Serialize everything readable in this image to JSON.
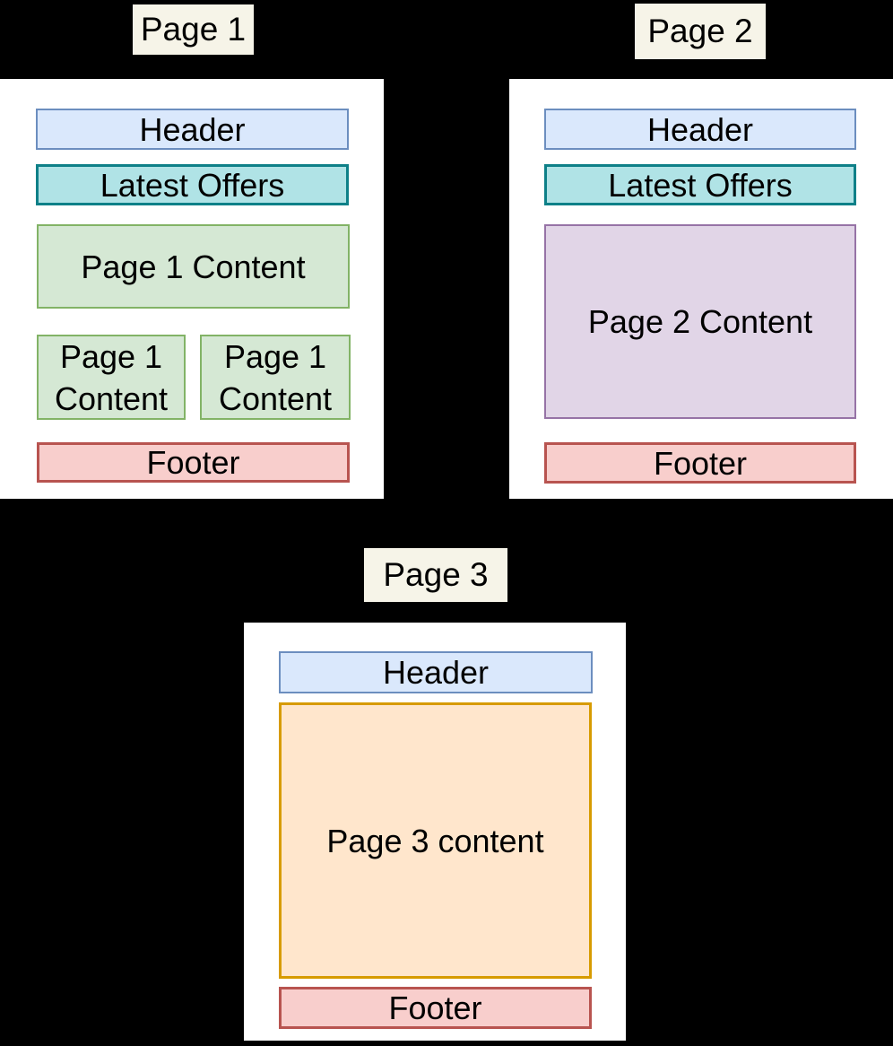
{
  "diagram": {
    "description": "Wireframe layout diagram of three website pages on black background",
    "page1": {
      "title": "Page 1",
      "header": "Header",
      "latest_offers": "Latest Offers",
      "content_main": "Page 1 Content",
      "content_left": "Page 1 Content",
      "content_right": "Page 1 Content",
      "footer": "Footer"
    },
    "page2": {
      "title": "Page 2",
      "header": "Header",
      "latest_offers": "Latest Offers",
      "content_main": "Page 2 Content",
      "footer": "Footer"
    },
    "page3": {
      "title": "Page 3",
      "header": "Header",
      "content_main": "Page 3 content",
      "footer": "Footer"
    },
    "colors": {
      "background": "#000000",
      "page_card": "#ffffff",
      "title_chip_fill": "#f6f4e8",
      "header_fill": "#dae8fc",
      "header_stroke": "#6c8ebf",
      "latest_offers_fill": "#b0e3e6",
      "latest_offers_stroke": "#0e8088",
      "page1_content_fill": "#d5e8d4",
      "page1_content_stroke": "#82b366",
      "page2_content_fill": "#e1d5e7",
      "page2_content_stroke": "#9673a6",
      "page3_content_fill": "#ffe6cc",
      "page3_content_stroke": "#d79b00",
      "footer_fill": "#f8cecc",
      "footer_stroke": "#b85450",
      "text": "#000000"
    }
  }
}
